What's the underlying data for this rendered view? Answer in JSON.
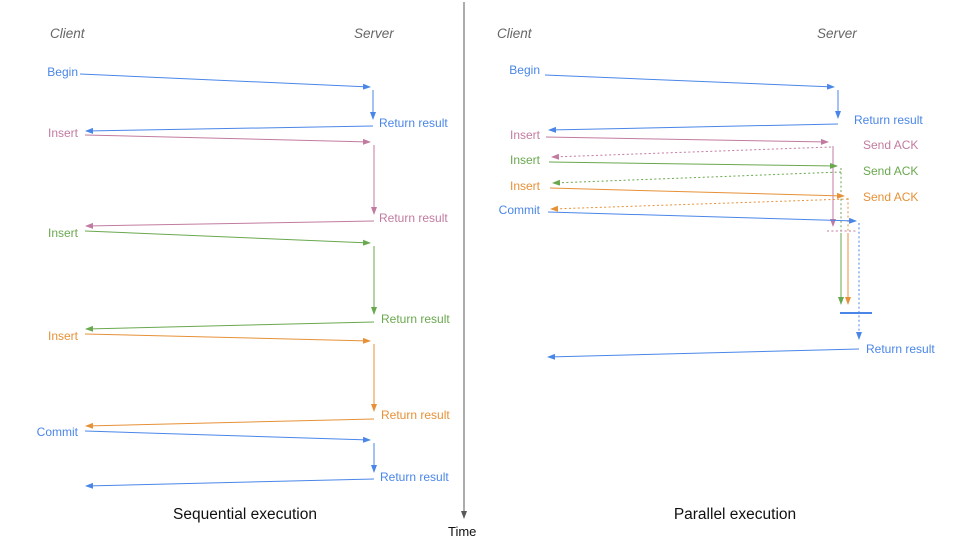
{
  "palette": {
    "blue": "#4a86e8",
    "pink": "#c27ba0",
    "green": "#6aa84f",
    "orange": "#e69138",
    "axis": "#595959"
  },
  "timeline": {
    "label": "Time"
  },
  "sequential": {
    "title": "Sequential execution",
    "client_header": "Client",
    "server_header": "Server",
    "calls": [
      {
        "label": "Begin",
        "color": "blue",
        "response": "Return result"
      },
      {
        "label": "Insert",
        "color": "pink",
        "response": "Return result"
      },
      {
        "label": "Insert",
        "color": "green",
        "response": "Return result"
      },
      {
        "label": "Insert",
        "color": "orange",
        "response": "Return result"
      },
      {
        "label": "Commit",
        "color": "blue",
        "response": "Return result"
      }
    ]
  },
  "parallel": {
    "title": "Parallel execution",
    "client_header": "Client",
    "server_header": "Server",
    "calls": [
      {
        "label": "Begin",
        "color": "blue",
        "response": "Return result"
      },
      {
        "label": "Insert",
        "color": "pink",
        "response": "Send ACK"
      },
      {
        "label": "Insert",
        "color": "green",
        "response": "Send ACK"
      },
      {
        "label": "Insert",
        "color": "orange",
        "response": "Send ACK"
      },
      {
        "label": "Commit",
        "color": "blue",
        "response": "Return result"
      }
    ]
  }
}
